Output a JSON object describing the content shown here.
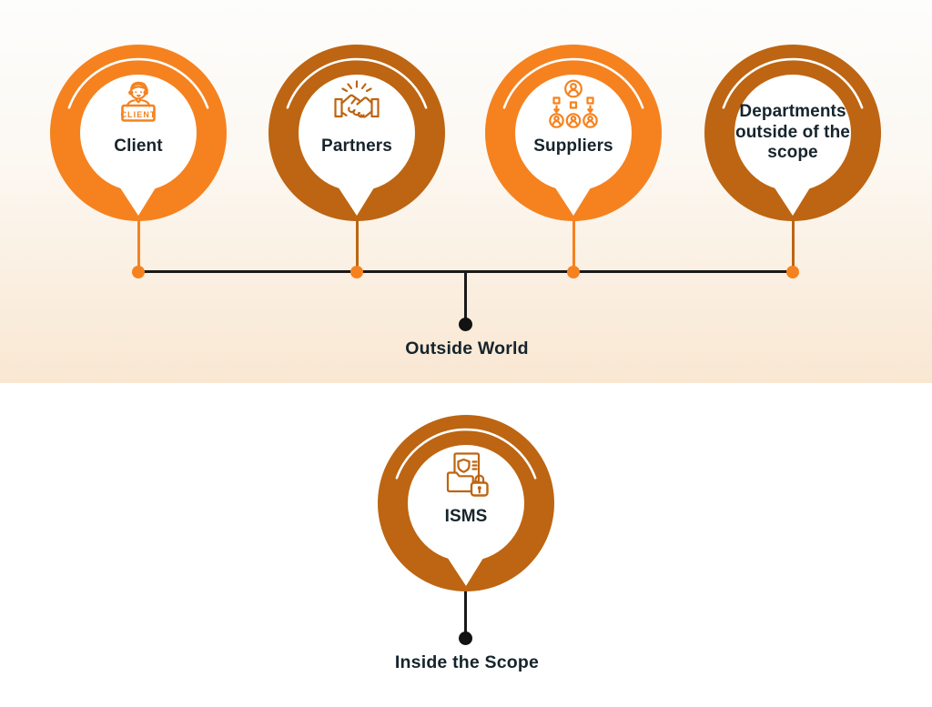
{
  "palette": {
    "orange": "#F5821F",
    "brown": "#BD6512",
    "connector_black": "#191919",
    "text_dark": "#16242C",
    "background_band_peach": "#F9E7D2"
  },
  "outside_world": {
    "group_label": "Outside World",
    "nodes": [
      {
        "label": "Client",
        "icon": "client-icon",
        "color": "orange",
        "badge_text": "CLIENT"
      },
      {
        "label": "Partners",
        "icon": "handshake-icon",
        "color": "brown"
      },
      {
        "label": "Suppliers",
        "icon": "suppliers-hierarchy-icon",
        "color": "orange"
      },
      {
        "label": "Departments outside of the scope",
        "icon": null,
        "color": "brown"
      }
    ]
  },
  "inside_scope": {
    "group_label": "Inside the Scope",
    "node": {
      "label": "ISMS",
      "icon": "isms-secure-folder-icon",
      "color": "brown"
    }
  }
}
